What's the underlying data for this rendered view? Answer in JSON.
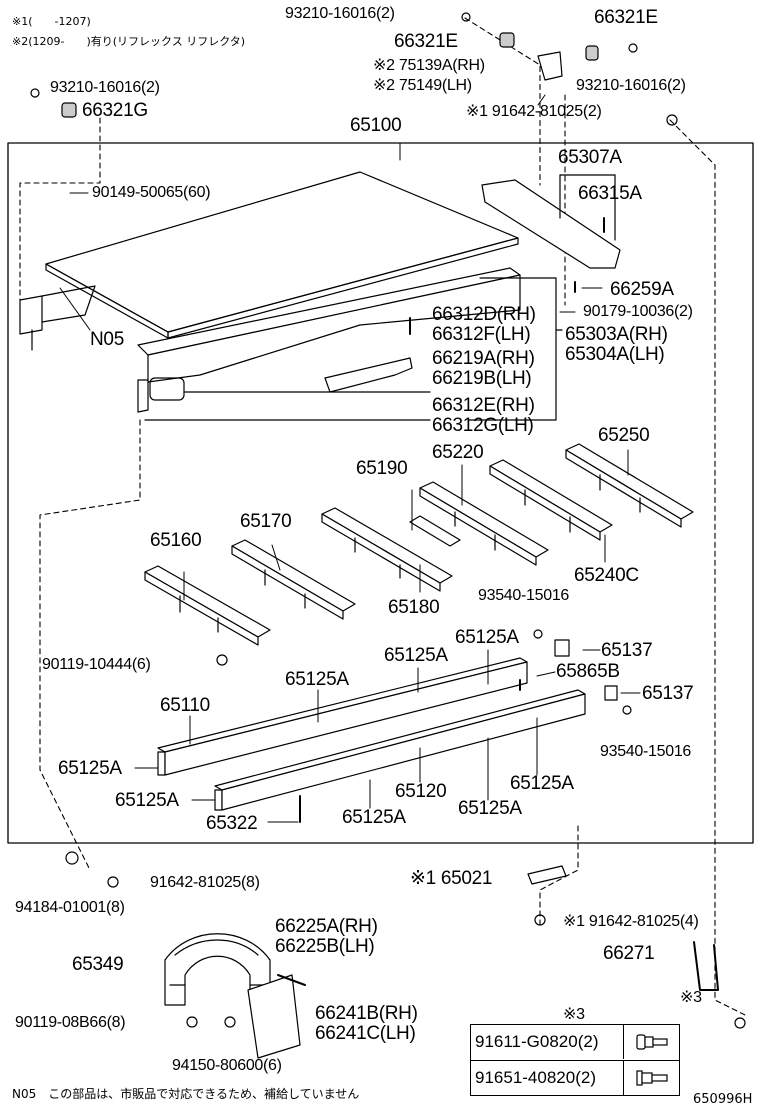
{
  "notes": {
    "n1": "※1(　　-1207)",
    "n2": "※2(1209-　　)有り(リフレックス リフレクタ)",
    "n05": "N05　この部品は、市販品で対応できるため、補給していません",
    "diagram_id": "650996H"
  },
  "labels": {
    "l_93210_top": "93210-16016(2)",
    "l_66321E_a": "66321E",
    "l_66321E_b": "66321E",
    "l_75139A": "※2 75139A(RH)",
    "l_75149": "※2 75149(LH)",
    "l_93210_right": "93210-16016(2)",
    "l_93210_left": "93210-16016(2)",
    "l_66321G": "66321G",
    "l_91642_top": "※1 91642-81025(2)",
    "l_65100": "65100",
    "l_65307A": "65307A",
    "l_66315A": "66315A",
    "l_90149": "90149-50065(60)",
    "l_66259A": "66259A",
    "l_90179": "90179-10036(2)",
    "l_N05": "N05",
    "l_66312D": "66312D(RH)",
    "l_66312F": "66312F(LH)",
    "l_65303A": "65303A(RH)",
    "l_65304A": "65304A(LH)",
    "l_66219A": "66219A(RH)",
    "l_66219B": "66219B(LH)",
    "l_66312E": "66312E(RH)",
    "l_66312G": "66312G(LH)",
    "l_65250": "65250",
    "l_65220": "65220",
    "l_65190": "65190",
    "l_65170": "65170",
    "l_65160": "65160",
    "l_65240C": "65240C",
    "l_65180": "65180",
    "l_93540_a": "93540-15016",
    "l_65125A_1": "65125A",
    "l_65137_a": "65137",
    "l_90119_10444": "90119-10444(6)",
    "l_65125A_2": "65125A",
    "l_65865B": "65865B",
    "l_65125A_3": "65125A",
    "l_65137_b": "65137",
    "l_65110": "65110",
    "l_93540_b": "93540-15016",
    "l_65125A_4": "65125A",
    "l_65125A_5": "65125A",
    "l_65120": "65120",
    "l_65125A_6": "65125A",
    "l_65322": "65322",
    "l_65125A_7": "65125A",
    "l_65125A_8": "65125A",
    "l_91642_mid": "91642-81025(8)",
    "l_94184": "94184-01001(8)",
    "l_65021": "※1 65021",
    "l_91642_bot": "※1 91642-81025(4)",
    "l_66225A": "66225A(RH)",
    "l_66225B": "66225B(LH)",
    "l_65349": "65349",
    "l_66271": "66271",
    "l_66241B": "66241B(RH)",
    "l_66241C": "66241C(LH)",
    "l_90119_08B66": "90119-08B66(8)",
    "l_94150": "94150-80600(6)",
    "l_note3": "※3"
  },
  "legend": {
    "title": "※3",
    "rows": [
      {
        "code": "91611-G0820(2)",
        "icon": "flange-bolt-icon"
      },
      {
        "code": "91651-40820(2)",
        "icon": "hex-bolt-washer-icon"
      }
    ]
  }
}
